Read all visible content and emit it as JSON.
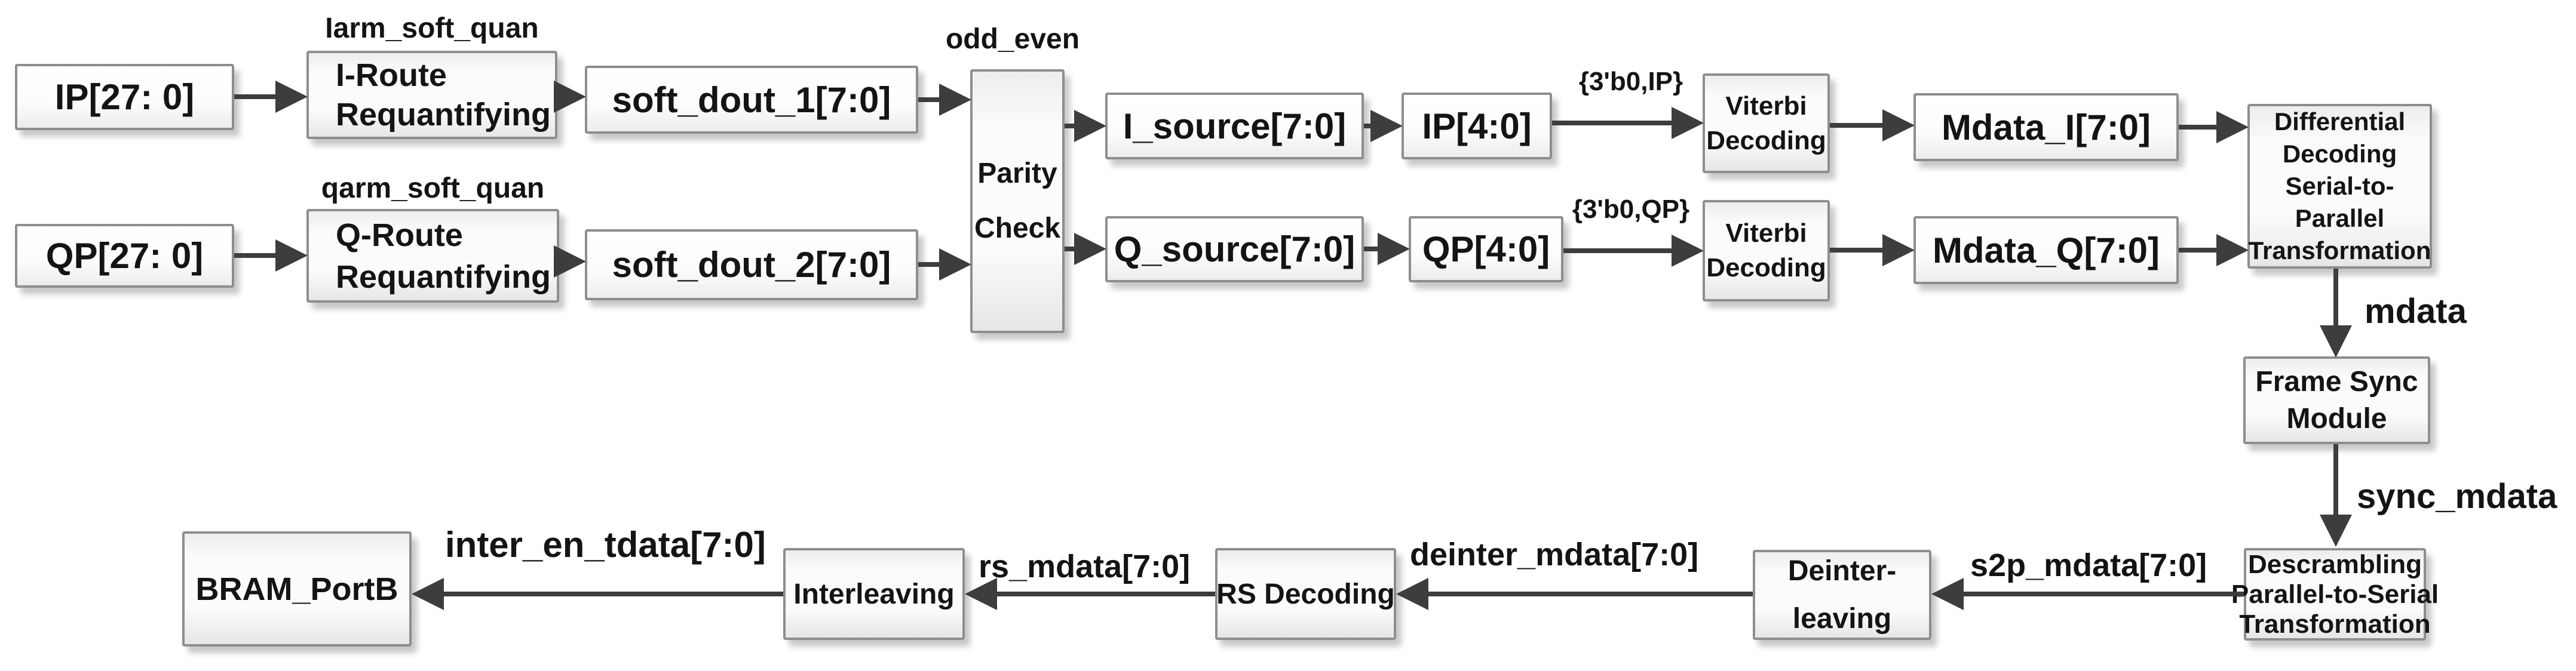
{
  "diagram": {
    "background_color": "#ffffff",
    "box_border_color": "#8e8e8e",
    "arrow_color": "#3d3d3d",
    "text_color": "#141414",
    "nodes": {
      "ip_in": {
        "label": "IP[27: 0]"
      },
      "i_route": {
        "label": "I-Route\nRequantifying",
        "tag": "Iarm_soft_quan"
      },
      "soft_dout_1": {
        "label": "soft_dout_1[7:0]"
      },
      "parity_check": {
        "label": "Parity\nCheck",
        "tag": "odd_even"
      },
      "i_source": {
        "label": "I_source[7:0]"
      },
      "ip4": {
        "label": "IP[4:0]"
      },
      "viterbi_i": {
        "label": "Viterbi\nDecoding"
      },
      "mdata_i": {
        "label": "Mdata_I[7:0]"
      },
      "differential": {
        "label": "Differential\nDecoding\nSerial-to-\nParallel\nTransformation"
      },
      "qp_in": {
        "label": "QP[27: 0]"
      },
      "q_route": {
        "label": "Q-Route\nRequantifying",
        "tag": "qarm_soft_quan"
      },
      "soft_dout_2": {
        "label": "soft_dout_2[7:0]"
      },
      "q_source": {
        "label": "Q_source[7:0]"
      },
      "qp4": {
        "label": "QP[4:0]"
      },
      "viterbi_q": {
        "label": "Viterbi\nDecoding"
      },
      "mdata_q": {
        "label": "Mdata_Q[7:0]"
      },
      "frame_sync": {
        "label": "Frame Sync\nModule"
      },
      "descrambling": {
        "label": "Descrambling\nParallel-to-Serial\nTransformation"
      },
      "deinterleaving": {
        "label": "Deinter-\nleaving"
      },
      "rs_decoding": {
        "label": "RS Decoding"
      },
      "interleaving": {
        "label": "Interleaving"
      },
      "bram": {
        "label": "BRAM_PortB"
      }
    },
    "wire_labels": {
      "concat_i": "{3'b0,IP}",
      "concat_q": "{3'b0,QP}",
      "mdata": "mdata",
      "sync_mdata": "sync_mdata",
      "s2p_mdata": "s2p_mdata[7:0]",
      "deinter_mdata": "deinter_mdata[7:0]",
      "rs_mdata": "rs_mdata[7:0]",
      "inter_en_tdata": "inter_en_tdata[7:0]"
    }
  }
}
